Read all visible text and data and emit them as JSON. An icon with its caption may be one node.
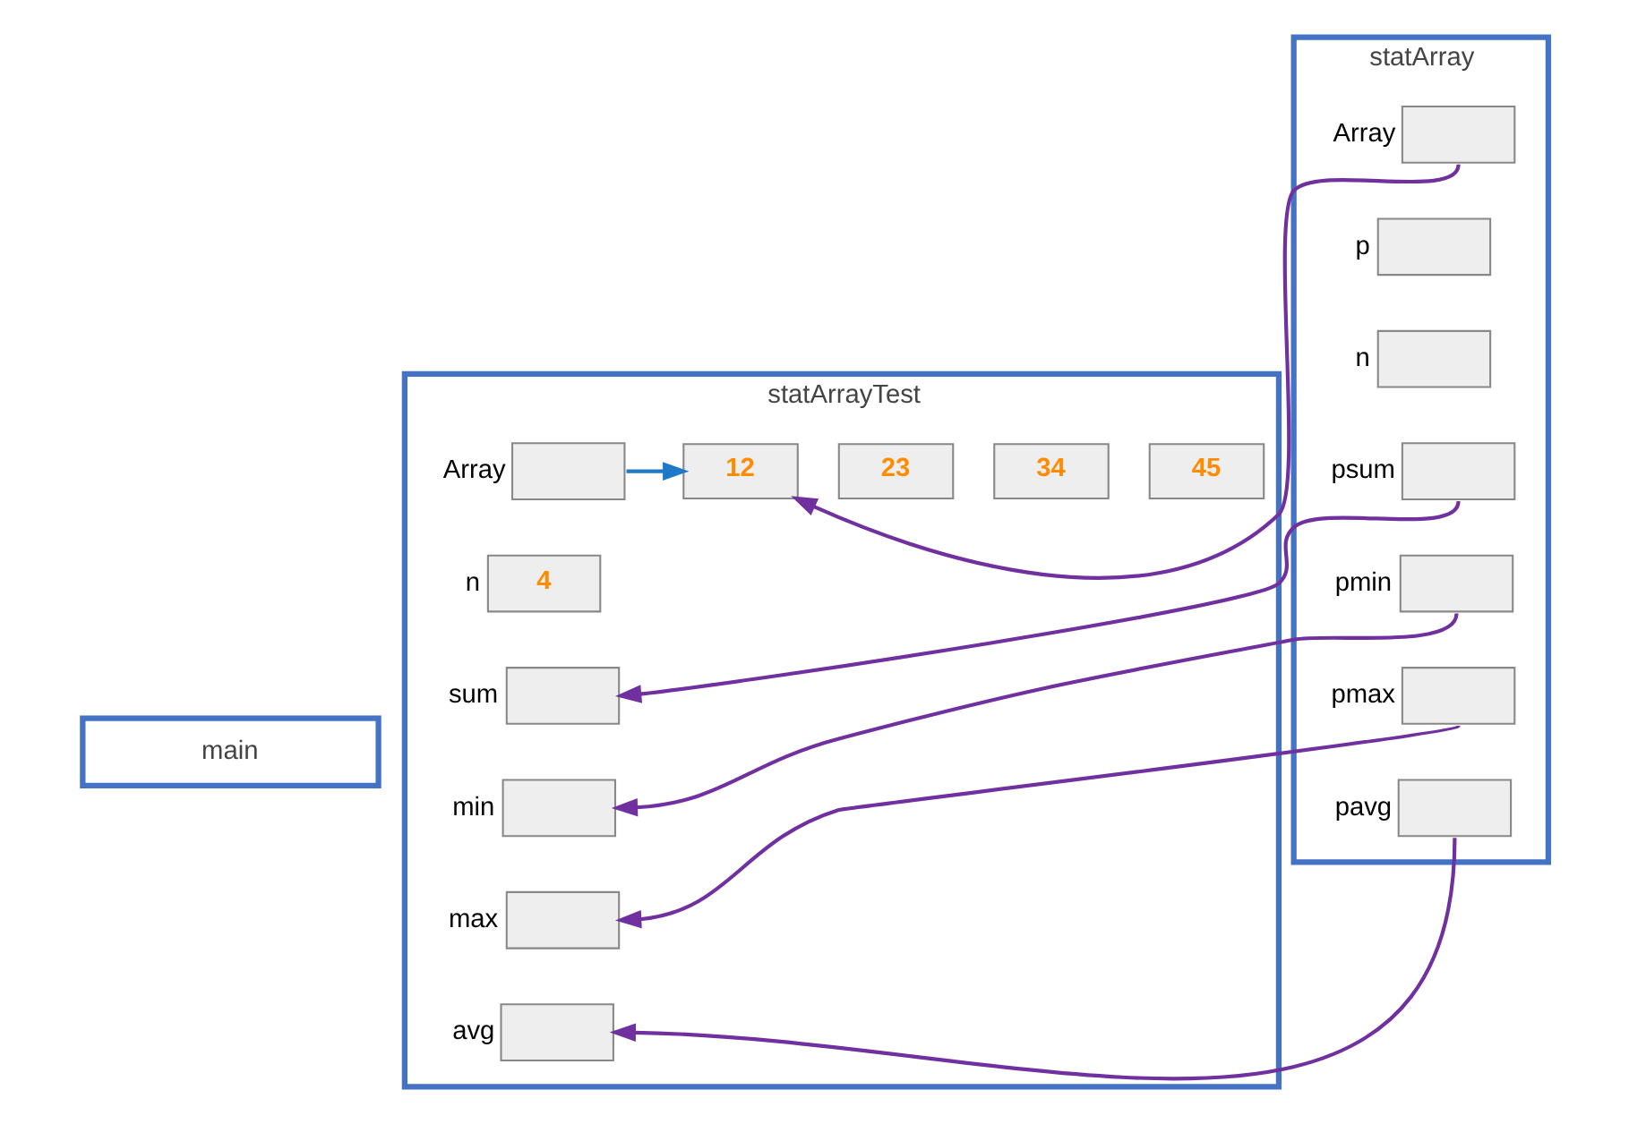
{
  "diagram": {
    "nodes": [
      {
        "text": [
          "main"
        ]
      },
      {
        "text": [
          "statArrayTest"
        ]
      },
      {
        "text": [
          "statArray"
        ]
      },
      {
        "text": [],
        "shape": "box",
        "beside": [
          "Array"
        ],
        "in": 1
      },
      {
        "text": [
          "12"
        ],
        "in": 1
      },
      {
        "text": [
          "23"
        ],
        "in": 1
      },
      {
        "text": [
          "34"
        ],
        "in": 1
      },
      {
        "text": [
          "45"
        ],
        "in": 1
      },
      {
        "text": [
          "4"
        ],
        "beside": [
          "n"
        ],
        "in": 1
      },
      {
        "text": [],
        "shape": "box",
        "beside": [
          "sum"
        ],
        "in": 1
      },
      {
        "text": [],
        "shape": "box",
        "beside": [
          "min"
        ],
        "in": 1
      },
      {
        "text": [],
        "shape": "box",
        "beside": [
          "max"
        ],
        "in": 1
      },
      {
        "text": [],
        "shape": "box",
        "beside": [
          "avg"
        ],
        "in": 1
      },
      {
        "text": [],
        "shape": "box",
        "beside": [
          "Array"
        ],
        "in": 2
      },
      {
        "text": [],
        "shape": "box",
        "beside": [
          "p"
        ],
        "in": 2
      },
      {
        "text": [],
        "shape": "box",
        "beside": [
          "n"
        ],
        "in": 2
      },
      {
        "text": [],
        "shape": "box",
        "beside": [
          "psum"
        ],
        "in": 2
      },
      {
        "text": [],
        "shape": "box",
        "beside": [
          "pmin"
        ],
        "in": 2
      },
      {
        "text": [],
        "shape": "box",
        "beside": [
          "pmax"
        ],
        "in": 2
      },
      {
        "text": [],
        "shape": "box",
        "beside": [
          "pavg"
        ],
        "in": 2
      }
    ],
    "edges": [
      {
        "from": 3,
        "to": 4,
        "arrow": "to",
        "color": "#1f78c8"
      },
      {
        "from": 13,
        "to": 4,
        "arrow": "to"
      },
      {
        "from": 16,
        "to": 9,
        "arrow": "to"
      },
      {
        "from": 17,
        "to": 10,
        "arrow": "to"
      },
      {
        "from": 18,
        "to": 11,
        "arrow": "to"
      },
      {
        "from": 19,
        "to": 12,
        "arrow": "to"
      }
    ]
  }
}
